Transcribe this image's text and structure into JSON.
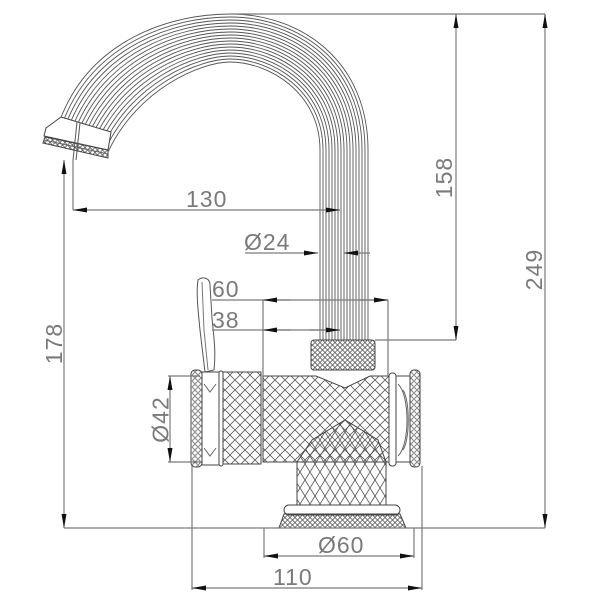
{
  "drawing": {
    "subject": "Faucet technical drawing (side elevation)",
    "units": "mm",
    "line_color": "#7a7a7a",
    "part_color": "#555555"
  },
  "dimensions": {
    "spout_reach": "130",
    "spout_diameter": "Ø24",
    "spout_height_above_body": "158",
    "total_height": "249",
    "spout_outlet_height": "178",
    "handle_offset_60": "60",
    "handle_offset_38": "38",
    "body_diameter": "Ø42",
    "base_diameter": "Ø60",
    "total_width": "110"
  }
}
